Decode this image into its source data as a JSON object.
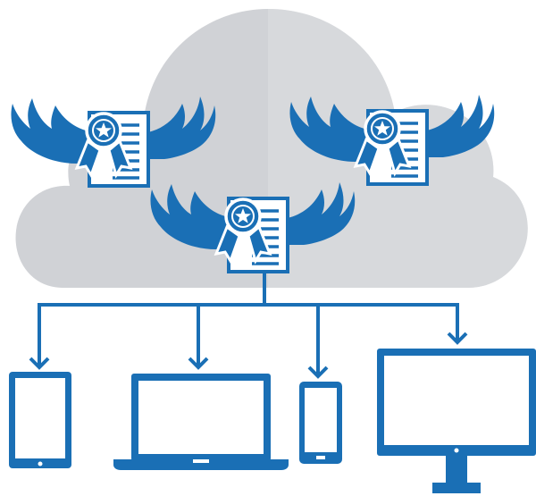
{
  "colors": {
    "accent": "#1a6fb5",
    "cloud": "#d0d2d6",
    "cloud_highlight": "#dcdee1",
    "white": "#ffffff"
  },
  "cloud": {
    "icon": "cloud-icon",
    "certificates": [
      {
        "name": "winged-certificate-left",
        "icon": "winged-certificate-icon"
      },
      {
        "name": "winged-certificate-right",
        "icon": "winged-certificate-icon"
      },
      {
        "name": "winged-certificate-center",
        "icon": "winged-certificate-icon"
      }
    ]
  },
  "distribution": {
    "icon": "connector-tree-icon",
    "arrow_icon": "arrow-down-icon"
  },
  "devices": [
    {
      "name": "tablet",
      "icon": "tablet-icon"
    },
    {
      "name": "laptop",
      "icon": "laptop-icon"
    },
    {
      "name": "phone",
      "icon": "phone-icon"
    },
    {
      "name": "desktop-monitor",
      "icon": "monitor-icon"
    }
  ]
}
